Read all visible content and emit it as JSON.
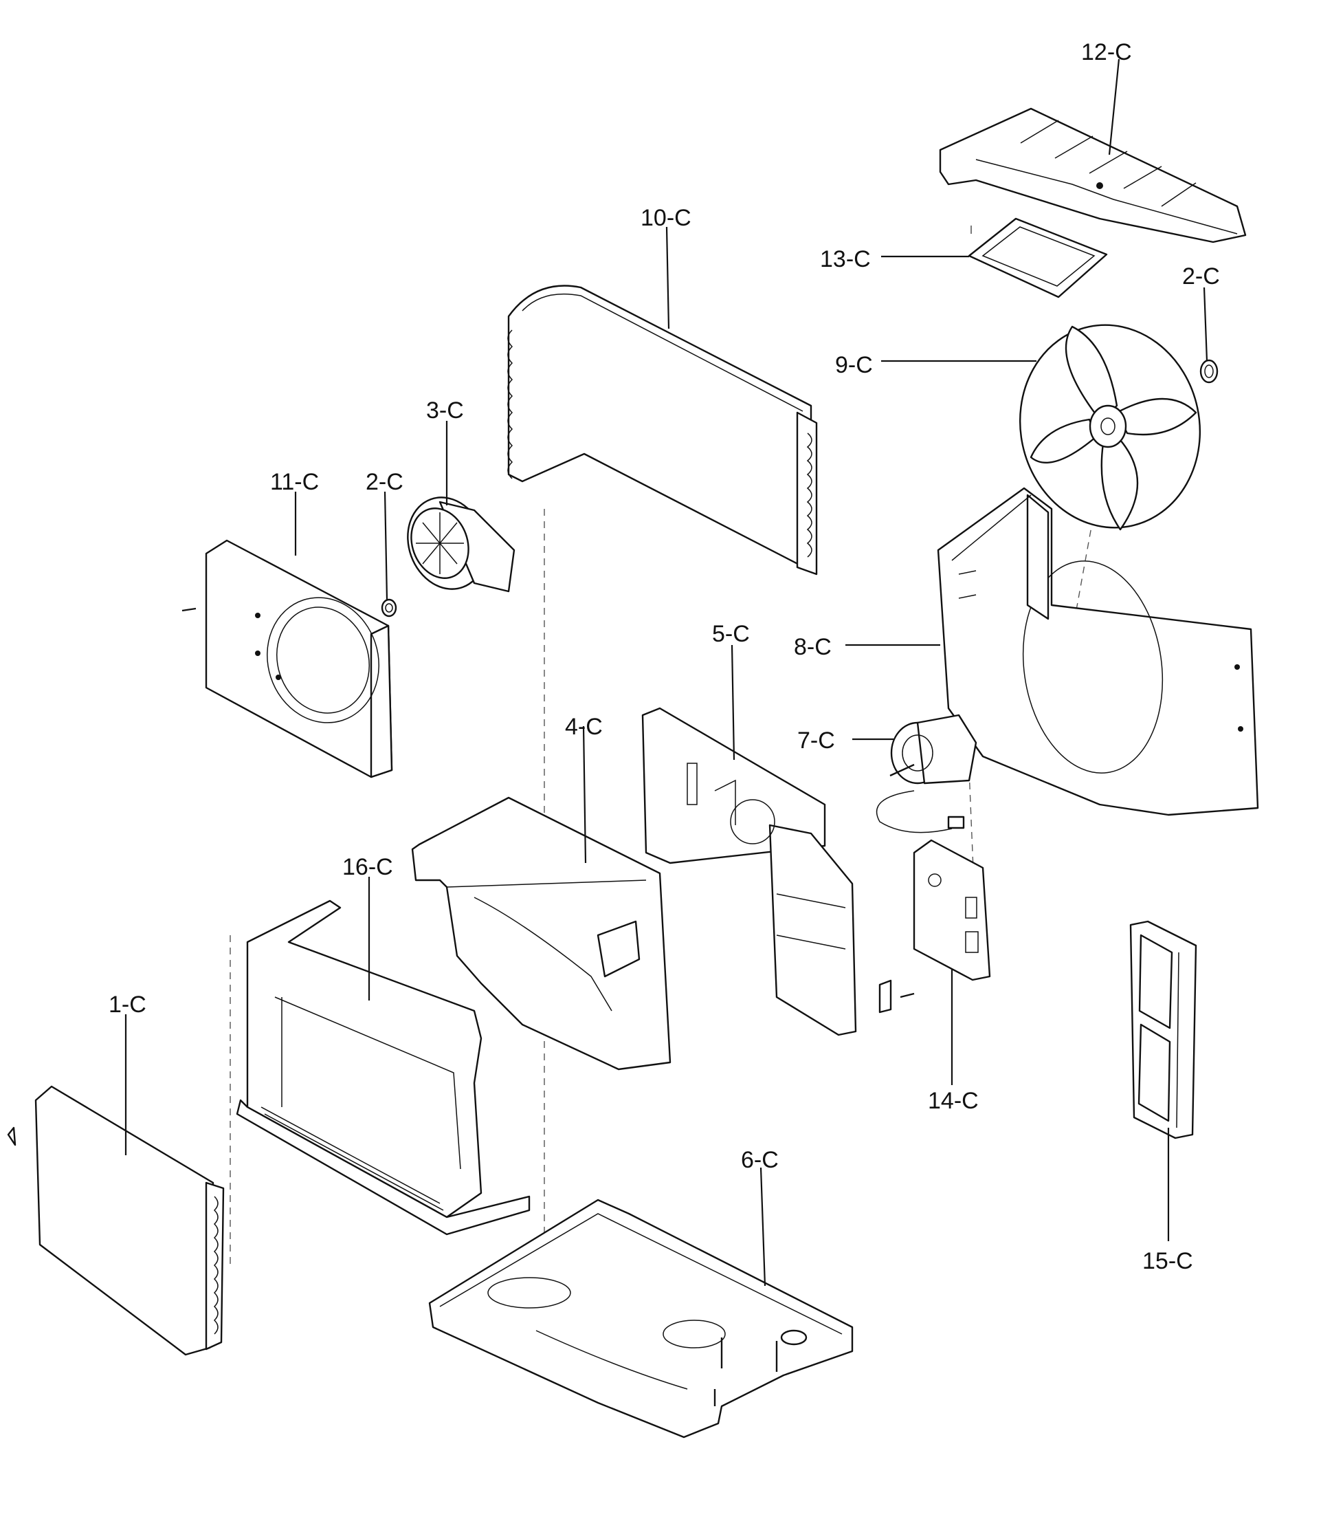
{
  "diagram": {
    "callouts": [
      {
        "id": "12-C",
        "text": "12-C"
      },
      {
        "id": "13-C",
        "text": "13-C"
      },
      {
        "id": "2-C-right",
        "text": "2-C"
      },
      {
        "id": "10-C",
        "text": "10-C"
      },
      {
        "id": "9-C",
        "text": "9-C"
      },
      {
        "id": "3-C",
        "text": "3-C"
      },
      {
        "id": "11-C",
        "text": "11-C"
      },
      {
        "id": "2-C-left",
        "text": "2-C"
      },
      {
        "id": "5-C",
        "text": "5-C"
      },
      {
        "id": "8-C",
        "text": "8-C"
      },
      {
        "id": "4-C",
        "text": "4-C"
      },
      {
        "id": "7-C",
        "text": "7-C"
      },
      {
        "id": "16-C",
        "text": "16-C"
      },
      {
        "id": "1-C",
        "text": "1-C"
      },
      {
        "id": "14-C",
        "text": "14-C"
      },
      {
        "id": "6-C",
        "text": "6-C"
      },
      {
        "id": "15-C",
        "text": "15-C"
      }
    ]
  }
}
